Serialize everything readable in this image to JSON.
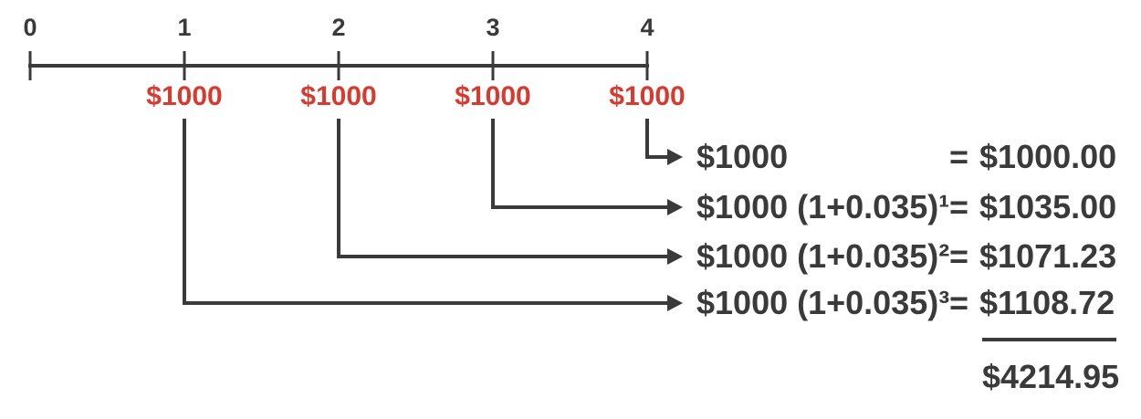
{
  "colors": {
    "ink": "#3a3a3a",
    "accent": "#d63b30"
  },
  "timeline": {
    "ticks": [
      "0",
      "1",
      "2",
      "3",
      "4"
    ],
    "payments": [
      "$1000",
      "$1000",
      "$1000",
      "$1000"
    ]
  },
  "calc": {
    "rows": [
      {
        "expression": "$1000",
        "equals": "=",
        "result": "$1000.00"
      },
      {
        "expression": "$1000 (1+0.035)¹",
        "equals": "=",
        "result": "$1035.00"
      },
      {
        "expression": "$1000 (1+0.035)²",
        "equals": "=",
        "result": "$1071.23"
      },
      {
        "expression": "$1000 (1+0.035)³",
        "equals": "=",
        "result": "$1108.72"
      }
    ],
    "total": "$4214.95"
  }
}
